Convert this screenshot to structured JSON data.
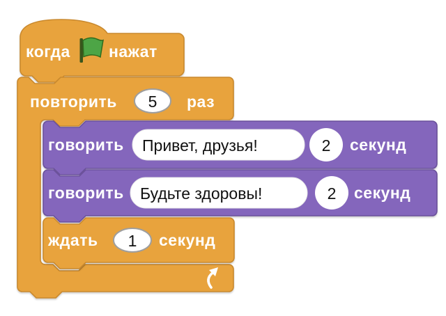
{
  "palette": {
    "canvas": "#FFFFFF",
    "block_orange": "#E8A33D",
    "block_orange_border": "#C9892E",
    "block_purple": "#8466BC",
    "block_purple_border": "#6B519B",
    "input_fill": "#FFFFFF",
    "input_border": "#9E9E9E",
    "label_text": "#FFFFFF",
    "value_text": "#111111",
    "flag_green": "#4DA546",
    "flag_border": "#2E6B1E",
    "flag_pole": "#39551C",
    "loop_arrow": "#FFFFFF"
  },
  "script": {
    "hat_when_flag": {
      "prefix": "когда",
      "suffix": "нажат",
      "icon": "green-flag-icon"
    },
    "repeat_loop": {
      "label": "повторить",
      "count": "5",
      "suffix": "раз",
      "loop_icon": "loop-arrow-icon"
    },
    "say_1": {
      "label": "говорить",
      "message": "Привет, друзья!",
      "duration": "2",
      "unit": "секунд"
    },
    "say_2": {
      "label": "говорить",
      "message": "Будьте здоровы!",
      "duration": "2",
      "unit": "секунд"
    },
    "wait_1": {
      "label": "ждать",
      "duration": "1",
      "unit": "секунд"
    }
  }
}
